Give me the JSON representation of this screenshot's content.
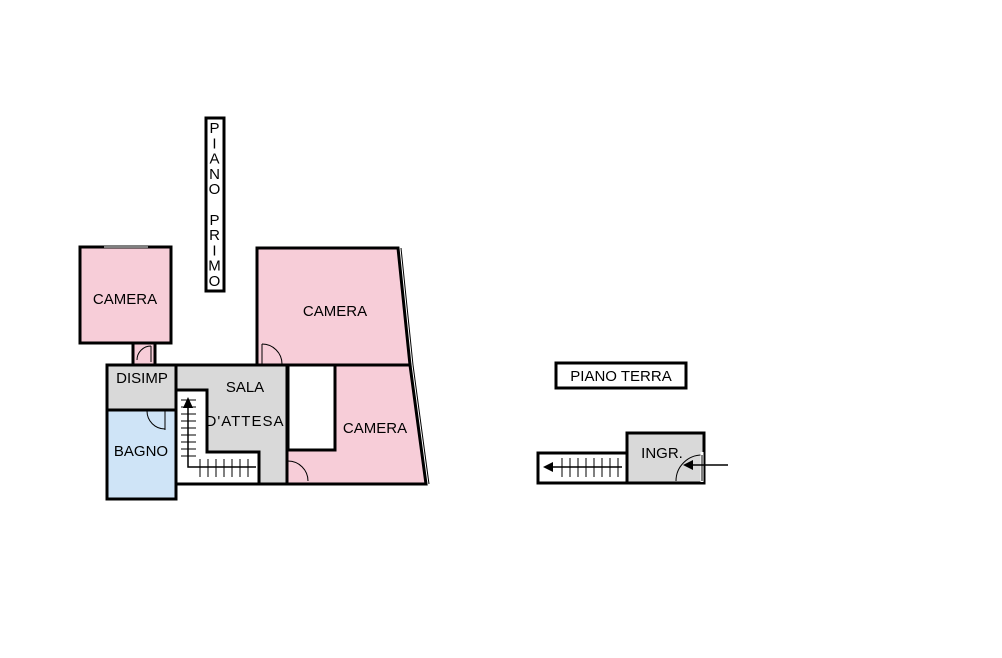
{
  "floor_labels": {
    "first_floor": "PIANO PRIMO",
    "ground_floor": "PIANO TERRA"
  },
  "first_floor_chars": [
    "P",
    "I",
    "A",
    "N",
    "O",
    "",
    "P",
    "R",
    "I",
    "M",
    "O"
  ],
  "rooms": {
    "camera_left": "CAMERA",
    "camera_top_right": "CAMERA",
    "camera_bottom_right": "CAMERA",
    "disimpegno": "DISIMP",
    "bagno": "BAGNO",
    "sala_line1": "SALA",
    "sala_line2": "D'ATTESA",
    "ingresso": "INGR."
  },
  "colors": {
    "bedroom": "#F7CDD8",
    "bathroom": "#CFE4F7",
    "circulation": "#D9D9D9",
    "wall": "#000000"
  }
}
